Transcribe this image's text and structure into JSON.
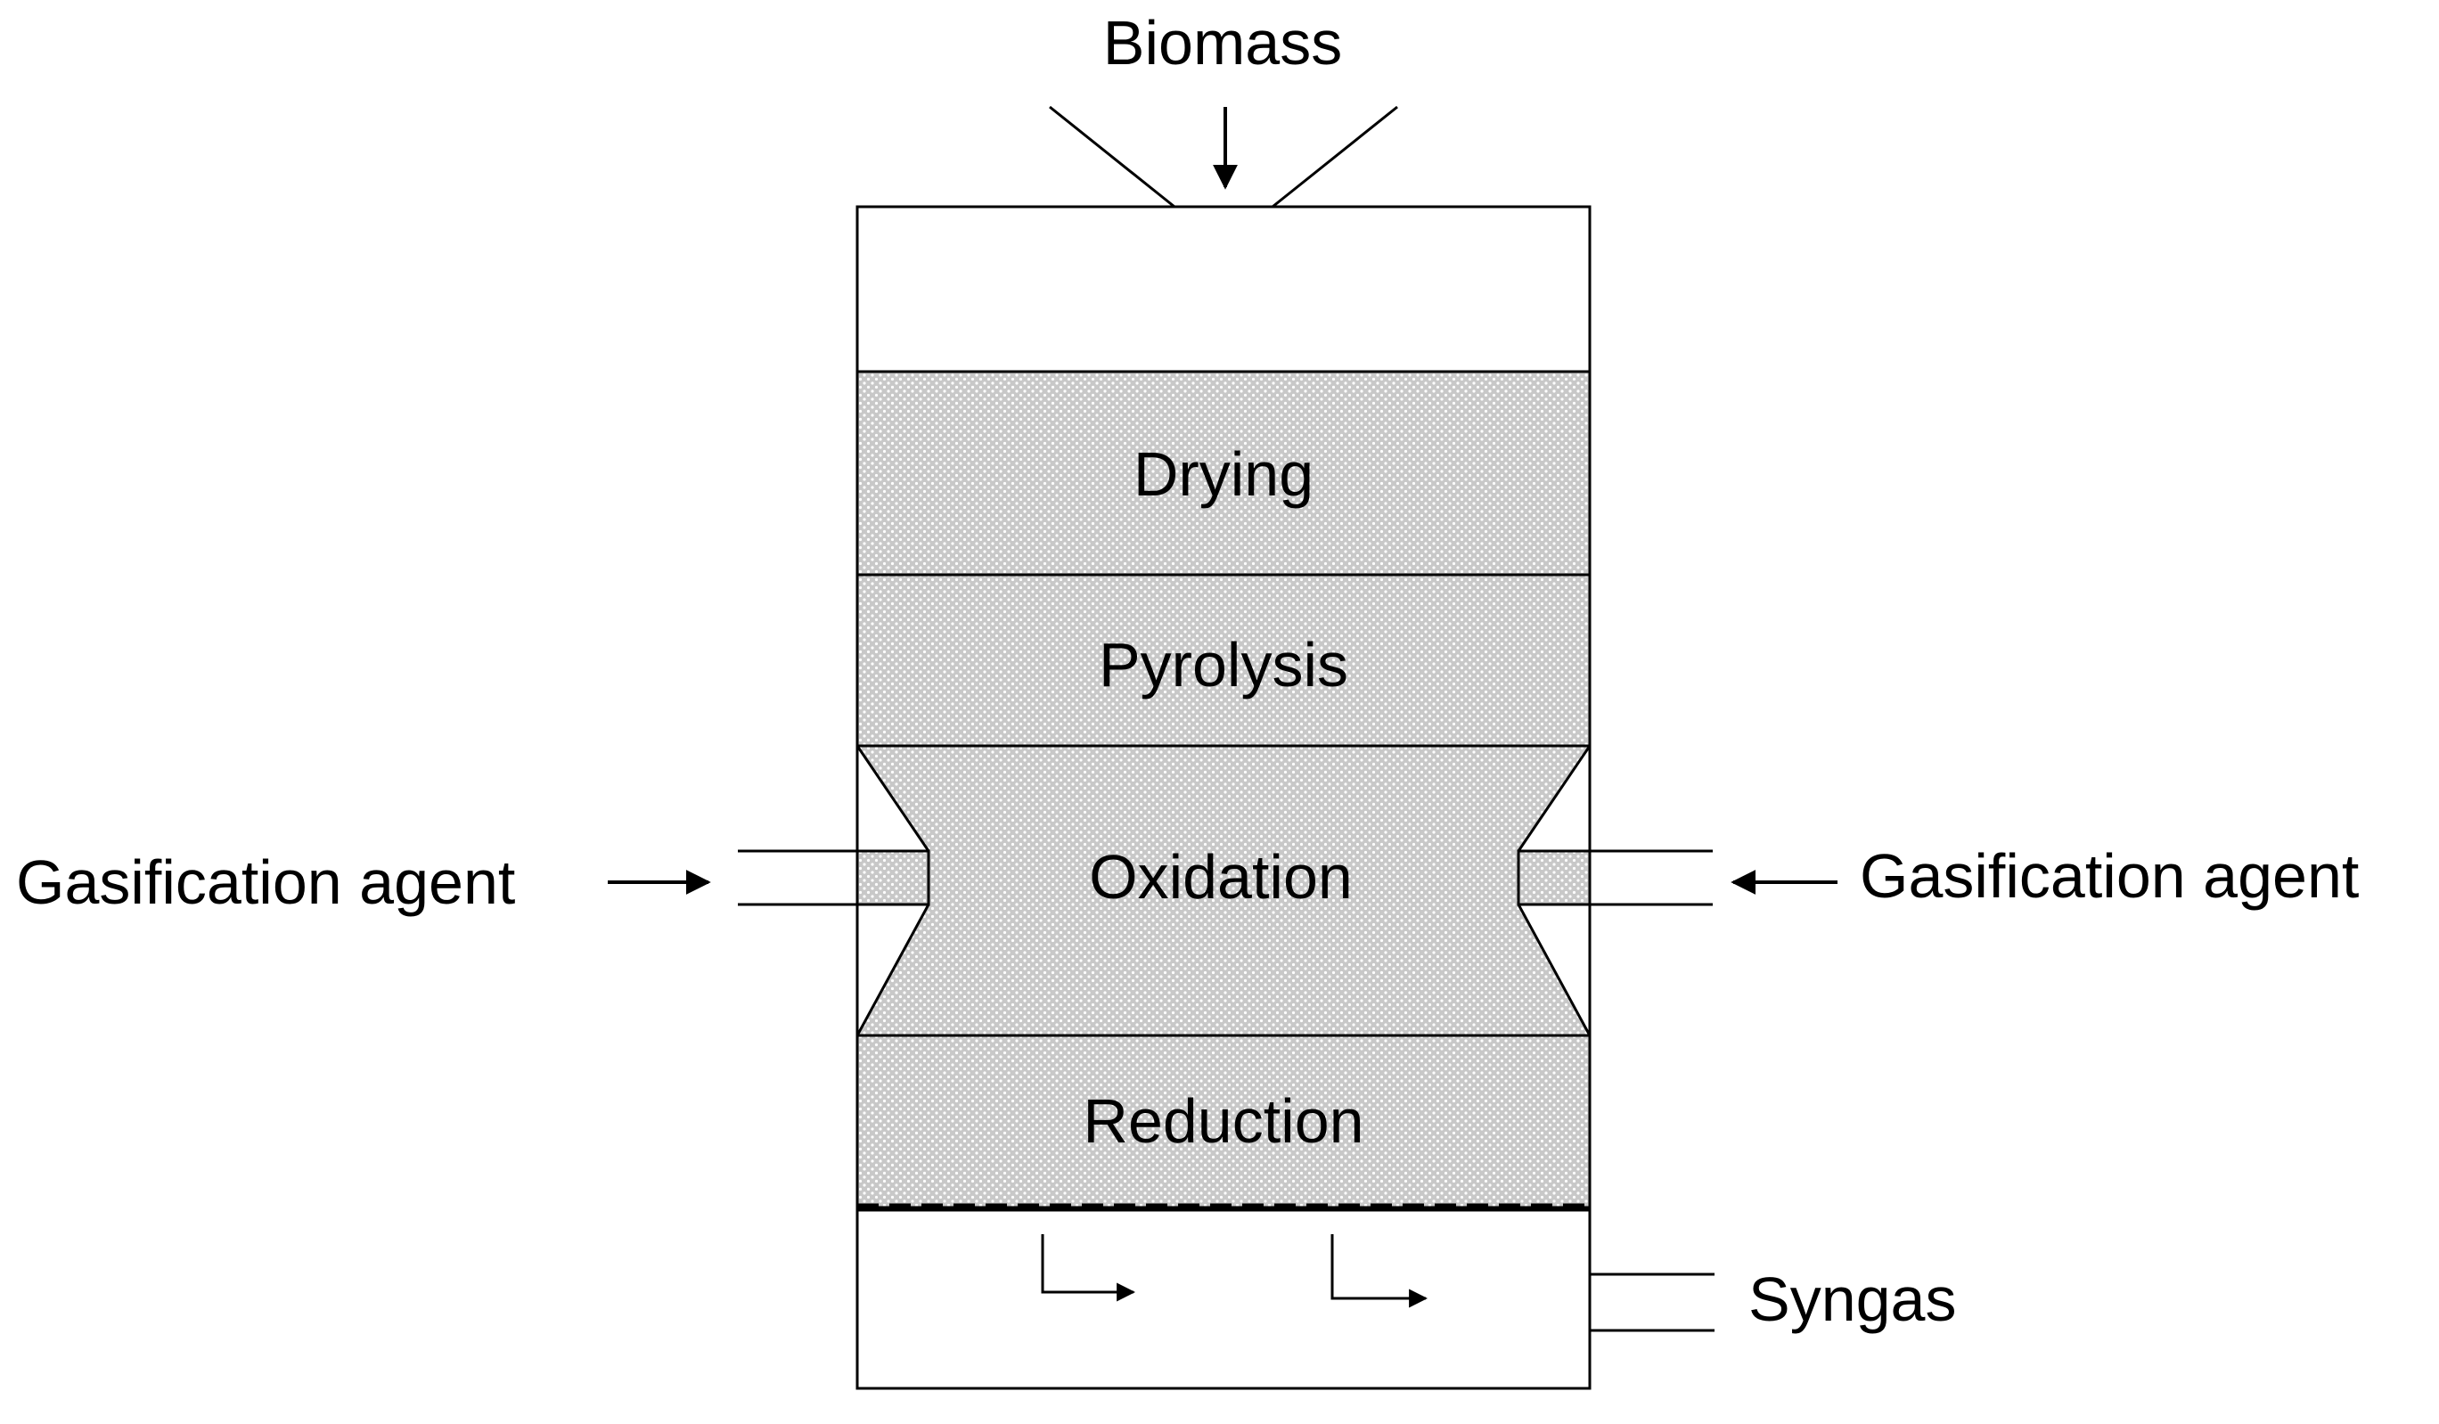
{
  "diagram": {
    "inputs": {
      "biomass": "Biomass",
      "gasification_agent_left": "Gasification agent",
      "gasification_agent_right": "Gasification agent"
    },
    "zones": {
      "drying": "Drying",
      "pyrolysis": "Pyrolysis",
      "oxidation": "Oxidation",
      "reduction": "Reduction"
    },
    "outputs": {
      "syngas": "Syngas"
    },
    "colors": {
      "stroke": "#000000",
      "zone_fill": "#c8c8c8",
      "dot": "#ffffff",
      "background": "#ffffff"
    }
  }
}
